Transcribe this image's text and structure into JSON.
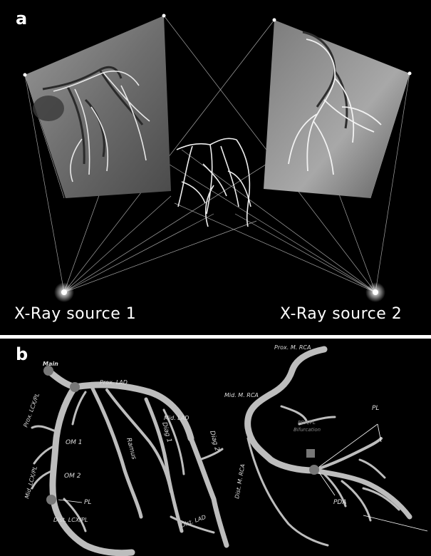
{
  "panel_a": {
    "letter": "a",
    "source1": "X-Ray source 1",
    "source2": "X-Ray source 2"
  },
  "panel_b": {
    "letter": "b",
    "labels": {
      "main": "Main",
      "prox_lad": "Prox. LAD",
      "prox_lcxpl": "Prox. LCX/PL",
      "om1": "OM 1",
      "om2": "OM 2",
      "mid_lcxpl": "Mid. LCX/PL",
      "pl_left": "PL",
      "dist_lcxpl": "Dist. LCX/PL",
      "ramus": "Ramus",
      "diag1": "Diag 1",
      "mid_lad": "Mid. LAD",
      "diag2": "Diag 2",
      "dist_lad": "Dist. LAD",
      "prox_mrca": "Prox. M. RCA",
      "mid_mrca": "Mid. M. RCA",
      "pda_pl_bif": "PDA/PL",
      "bifurcation": "Bifurcation",
      "pl_right": "PL",
      "dist_mrca": "Dist. M. RCA",
      "pda": "PDA"
    }
  }
}
